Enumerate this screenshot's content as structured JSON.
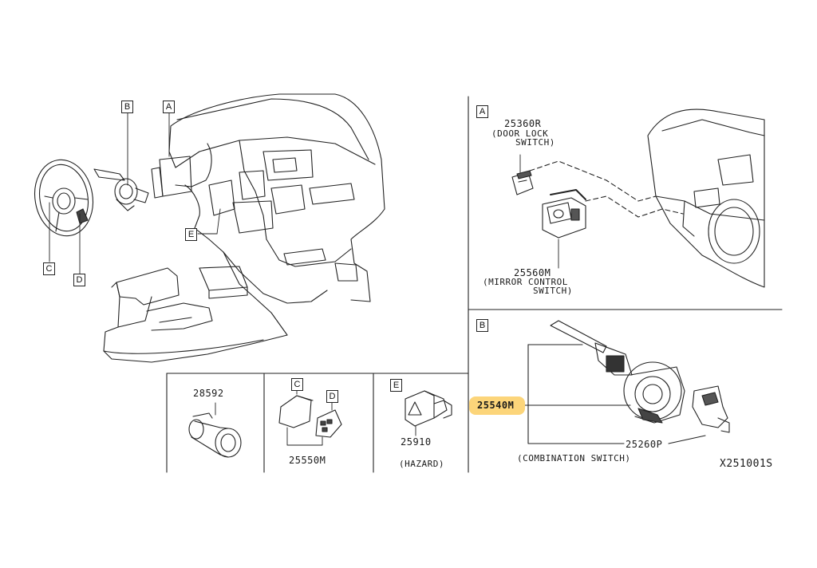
{
  "callouts": {
    "a_main": "A",
    "b_main": "B",
    "c_main": "C",
    "d_main": "D",
    "e_main": "E",
    "a_panel": "A",
    "b_panel": "B",
    "c_panel": "C",
    "d_panel": "D",
    "e_panel": "E"
  },
  "panel_a": {
    "door_lock_part": "25360R",
    "door_lock_l1": "(DOOR LOCK",
    "door_lock_l2": "SWITCH)",
    "mirror_part": "25560M",
    "mirror_l1": "(MIRROR CONTROL",
    "mirror_l2": "SWITCH)"
  },
  "panel_b": {
    "highlighted_part": "25540M",
    "lower_part": "25260P",
    "caption": "(COMBINATION SWITCH)",
    "highlight_color": "#fcd57a"
  },
  "bottom_row": {
    "part_28592": "28592",
    "part_25550m": "25550M",
    "part_25910": "25910",
    "hazard_caption": "(HAZARD)"
  },
  "diagram_code": "X251001S"
}
